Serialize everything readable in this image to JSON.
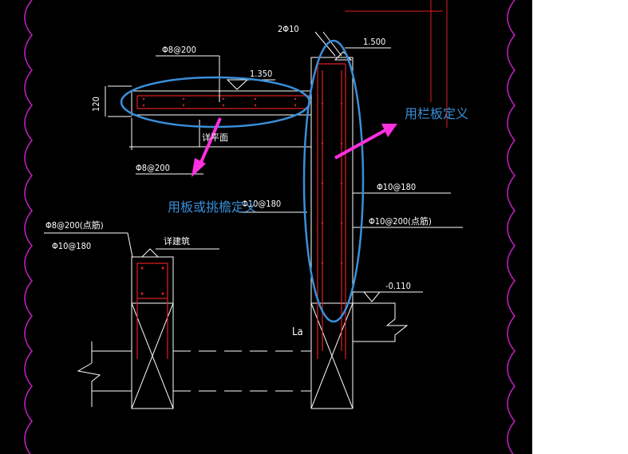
{
  "drawing": {
    "labels": {
      "top_rebar": "Φ8@200",
      "slab_level": "1.350",
      "slab_thickness": "120",
      "section_mark": "详平面",
      "bottom_rebar": "Φ8@200",
      "parapet_rebar_top": "2Φ10",
      "parapet_level": "1.500",
      "parapet_vertical": "Φ10@180",
      "parapet_horizontal": "Φ10@200(点筋)",
      "wall_label": "Φ10@180",
      "left_rebar_1": "Φ8@200(点筋)",
      "left_rebar_2": "Φ10@180",
      "left_section_mark": "详建筑",
      "ground_level": "-0.110",
      "anchor_label": "La"
    },
    "annotations": {
      "slab_definition": "用板或挑檐定义",
      "parapet_definition": "用栏板定义"
    },
    "colors": {
      "background": "#000000",
      "lines": "#ffffff",
      "rebar": "#e02020",
      "border": "#c020c0",
      "highlight": "#3a8fd8",
      "arrow": "#ff30e0"
    }
  }
}
